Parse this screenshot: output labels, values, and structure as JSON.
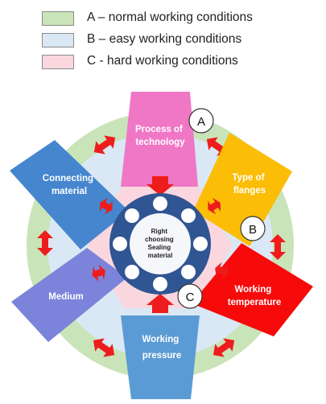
{
  "legend": [
    {
      "text": "A – normal working conditions",
      "color": "#c9e4b8"
    },
    {
      "text": "B – easy working conditions",
      "color": "#dae8f5"
    },
    {
      "text": "C - hard working conditions",
      "color": "#fad7de"
    }
  ],
  "center_label": [
    "Right",
    "choosing",
    "Sealing",
    "material"
  ],
  "factors": {
    "process": {
      "lines": [
        "Process of",
        "technology"
      ],
      "color": "#f077c5"
    },
    "flanges": {
      "lines": [
        "Type of",
        "flanges"
      ],
      "color": "#fbbd06"
    },
    "temperature": {
      "lines": [
        "Working",
        "temperature"
      ],
      "color": "#f70a0a"
    },
    "pressure": {
      "lines": [
        "Working",
        "pressure"
      ],
      "color": "#5b9bd5"
    },
    "medium": {
      "lines": [
        "Medium"
      ],
      "color": "#7b84da"
    },
    "connecting": {
      "lines": [
        "Connecting",
        "material"
      ],
      "color": "#4586cf"
    }
  },
  "markers": {
    "a": "A",
    "b": "B",
    "c": "C"
  },
  "colors": {
    "arrow": "#ee1c1c",
    "hub": "#2f5592",
    "outer_ring": "#c9e4b8",
    "middle_ring": "#dae8f5",
    "hexagon": "#fad7de"
  }
}
